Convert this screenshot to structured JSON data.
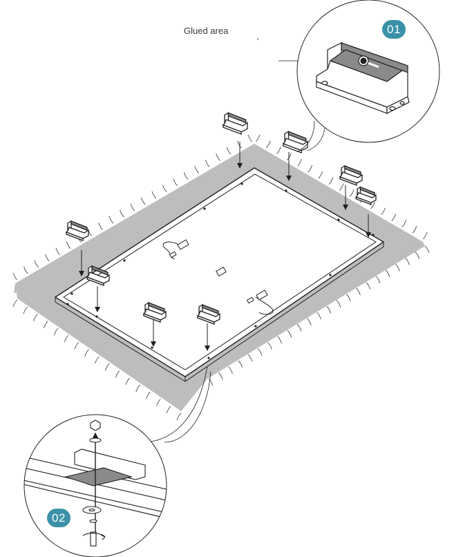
{
  "glued_area_label": "Glued area",
  "badges": [
    {
      "label": "01",
      "color": "#3a91a8"
    },
    {
      "label": "02",
      "color": "#3a91a8"
    }
  ],
  "colors": {
    "roof_surface": "#bdbdbd",
    "line": "#1f1f1f",
    "bracket_fill": "#ffffff",
    "glue_area": "#8a8a8a",
    "accent": "#3a91a8"
  },
  "icons": {
    "bracket": "z-mounting-bracket",
    "arrow": "down-arrow",
    "rotation": "rotate-arrow-icon"
  }
}
